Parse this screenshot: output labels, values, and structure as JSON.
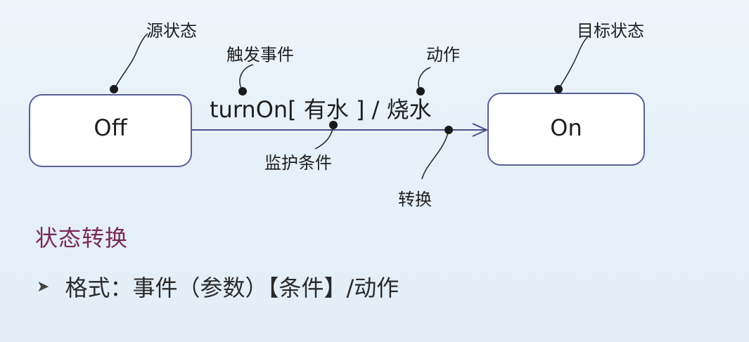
{
  "diagram": {
    "source_state": "Off",
    "target_state": "On",
    "transition_label": "turnOn[ 有水 ] / 烧水",
    "annotations": {
      "source_state": "源状态",
      "trigger_event": "触发事件",
      "action": "动作",
      "target_state": "目标状态",
      "guard_condition": "监护条件",
      "transition": "转换"
    }
  },
  "section": {
    "title": "状态转换",
    "bullet": "格式：事件（参数）【条件】/动作"
  }
}
